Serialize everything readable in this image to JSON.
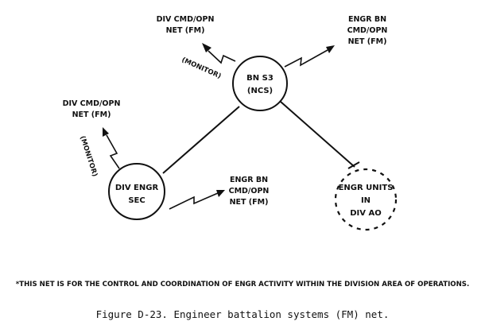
{
  "nodes": {
    "bn_s3": {
      "line1": "BN S3",
      "line2": "(NCS)"
    },
    "div_engr_sec": {
      "line1": "DIV ENGR",
      "line2": "SEC"
    },
    "engr_units": {
      "line1": "ENGR UNITS",
      "line2": "IN",
      "line3": "DIV AO"
    }
  },
  "nets": {
    "top_left": {
      "line1": "DIV CMD/OPN",
      "line2": "NET (FM)",
      "annotation": "(MONITOR)"
    },
    "top_right": {
      "line1": "ENGR BN",
      "line2": "CMD/OPN",
      "line3": "NET (FM)"
    },
    "left": {
      "line1": "DIV CMD/OPN",
      "line2": "NET (FM)",
      "annotation": "(MONITOR)"
    },
    "bottom": {
      "line1": "ENGR BN",
      "line2": "CMD/OPN",
      "line3": "NET (FM)"
    }
  },
  "footnote": "*THIS NET IS FOR THE CONTROL AND COORDINATION OF ENGR ACTIVITY WITHIN THE DIVISION AREA OF OPERATIONS.",
  "caption": "Figure D-23. Engineer battalion systems (FM) net."
}
